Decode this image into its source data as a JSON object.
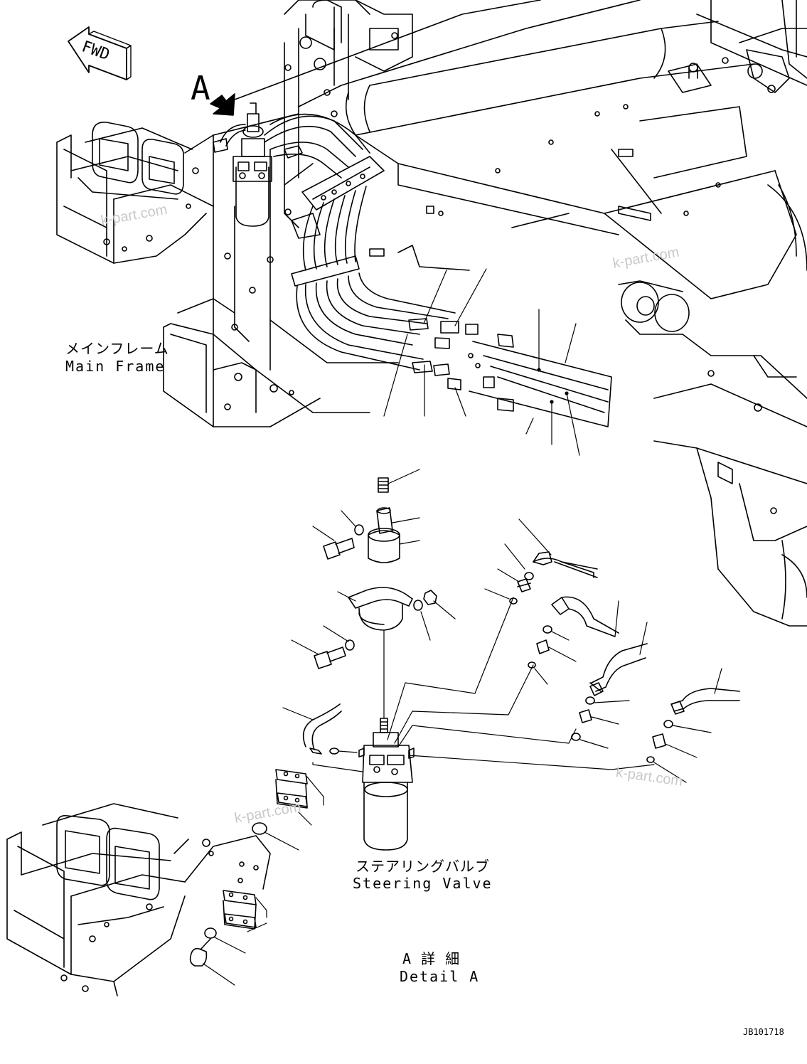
{
  "labels": {
    "fwd": "FWD",
    "detail_marker": "A",
    "main_frame_jp": "メインフレーム",
    "main_frame_en": "Main Frame",
    "steering_valve_jp": "ステアリングバルブ",
    "steering_valve_en": "Steering Valve",
    "detail_jp": "A 詳 細",
    "detail_en": "Detail A",
    "drawing_code": "JB101718"
  },
  "watermarks": [
    "k-part.com",
    "k-part.com",
    "k-part.com",
    "k-part.com"
  ],
  "colors": {
    "line": "#000000",
    "watermark": "#c9c9c9",
    "background": "#ffffff"
  }
}
